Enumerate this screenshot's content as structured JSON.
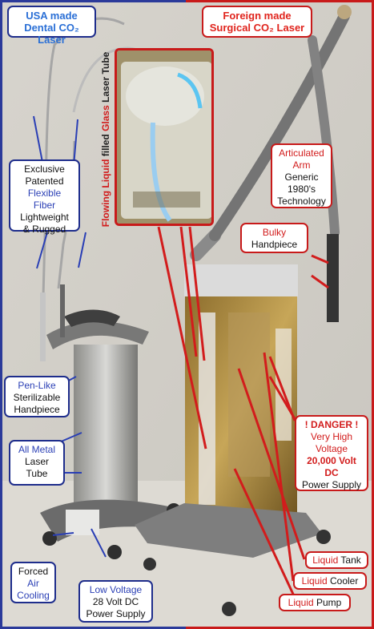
{
  "labels": {
    "left_title": [
      "USA made",
      "Dental CO₂ Laser"
    ],
    "right_title": [
      "Foreign made",
      "Surgical CO₂ Laser"
    ],
    "fiber": [
      "Exclusive",
      "Patented",
      "Flexible",
      "Fiber",
      "Lightweight",
      "& Rugged"
    ],
    "articulated": [
      "Articulated",
      "Arm",
      "Generic",
      "1980's",
      "Technology"
    ],
    "bulky": [
      "Bulky",
      "Handpiece"
    ],
    "pen_like": [
      "Pen-Like",
      "Sterilizable",
      "Handpiece"
    ],
    "all_metal": [
      "All Metal",
      "Laser",
      "Tube"
    ],
    "danger": [
      "! DANGER !",
      "Very High",
      "Voltage",
      "20,000 Volt",
      "DC",
      "Power Supply"
    ],
    "forced_air": [
      "Forced",
      "Air",
      "Cooling"
    ],
    "low_voltage": [
      "Low Voltage",
      "28 Volt DC",
      "Power Supply"
    ],
    "liquid_tank": [
      "Liquid",
      " Tank"
    ],
    "liquid_cooler": [
      "Liquid",
      " Cooler"
    ],
    "liquid_pump": [
      "Liquid",
      " Pump"
    ],
    "tube_caption": [
      "Flowing Liquid",
      " filled ",
      "Glass",
      " Laser Tube"
    ]
  },
  "colors": {
    "blue_frame": "#2b3a9a",
    "red_frame": "#c81a1a",
    "blue_text": "#2a3fb5",
    "red_text": "#d21c1c"
  }
}
